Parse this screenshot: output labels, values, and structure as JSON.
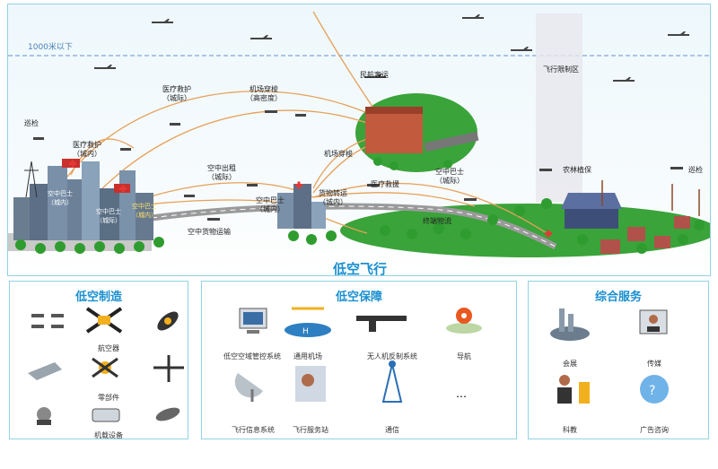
{
  "scene": {
    "title": "低空飞行",
    "altitude_limit": "1000米以下",
    "labels": {
      "inspection_left": "巡检",
      "medical_intercity_top": "医疗救护\n（城际）",
      "airport_shuttle_top": "机场穿梭\n（高密度）",
      "civil_passenger": "民航客运",
      "no_fly_zone": "飞行限制区",
      "medical_city": "医疗救护\n（城内）",
      "bus_city_a": "空中巴士\n（城内）",
      "bus_intercity_a": "空中巴士\n（城际）",
      "bus_city_b": "空中巴士\n（城内）",
      "taxi_intercity": "空中出租\n（城际）",
      "bus_city_c": "空中巴士\n（城内）",
      "cargo_transfer": "货物转运\n（城内）",
      "airport_shuttle_mid": "机场穿梭",
      "medical_rescue": "医疗救援",
      "bus_intercity_b": "空中巴士\n（城际）",
      "end_logistics": "终端物流",
      "air_cargo": "空中货物运输",
      "agri_protect": "农林植保",
      "inspection_right": "巡检"
    }
  },
  "panels": [
    {
      "title": "低空制造",
      "items": [
        "航空器",
        "零部件",
        "机载设备"
      ]
    },
    {
      "title": "低空保障",
      "items": [
        "低空空域管控系统",
        "通用机场",
        "无人机反制系统",
        "导航",
        "飞行信息系统",
        "飞行服务站",
        "通信",
        "…"
      ]
    },
    {
      "title": "综合服务",
      "items": [
        "会展",
        "传媒",
        "科教",
        "广告咨询"
      ]
    }
  ],
  "colors": {
    "accent": "#1a8fd0",
    "border": "#8fd3e6",
    "route": "#e6a15a",
    "grass": "#3aa33a"
  }
}
